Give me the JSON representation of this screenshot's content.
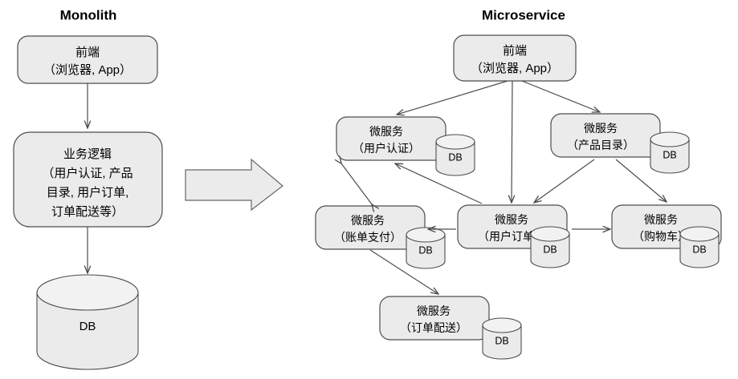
{
  "diagram": {
    "title_left": "Monolith",
    "title_right": "Microservice",
    "db_label": "DB",
    "transition_arrow": "right-arrow",
    "monolith": {
      "frontend": {
        "line1": "前端",
        "line2": "（浏览器, App）"
      },
      "business_logic": {
        "line1": "业务逻辑",
        "line2": "（用户认证, 产品",
        "line3": "目录, 用户订单,",
        "line4": "订单配送等）"
      },
      "database": {
        "label": "DB"
      }
    },
    "microservice": {
      "frontend": {
        "line1": "前端",
        "line2": "（浏览器, App）"
      },
      "services": [
        {
          "id": "user-auth",
          "line1": "微服务",
          "line2": "（用户认证）",
          "db": "DB"
        },
        {
          "id": "product-catalog",
          "line1": "微服务",
          "line2": "（产品目录）",
          "db": "DB"
        },
        {
          "id": "billing-payment",
          "line1": "微服务",
          "line2": "（账单支付）",
          "db": "DB"
        },
        {
          "id": "user-order",
          "line1": "微服务",
          "line2": "（用户订单）",
          "db": "DB"
        },
        {
          "id": "shopping-cart",
          "line1": "微服务",
          "line2": "（购物车）",
          "db": "DB"
        },
        {
          "id": "order-delivery",
          "line1": "微服务",
          "line2": "（订单配送）",
          "db": "DB"
        }
      ]
    },
    "colors": {
      "node_fill": "#ebebeb",
      "node_stroke": "#4d4d4d",
      "background": "#ffffff",
      "text": "#000000"
    }
  }
}
